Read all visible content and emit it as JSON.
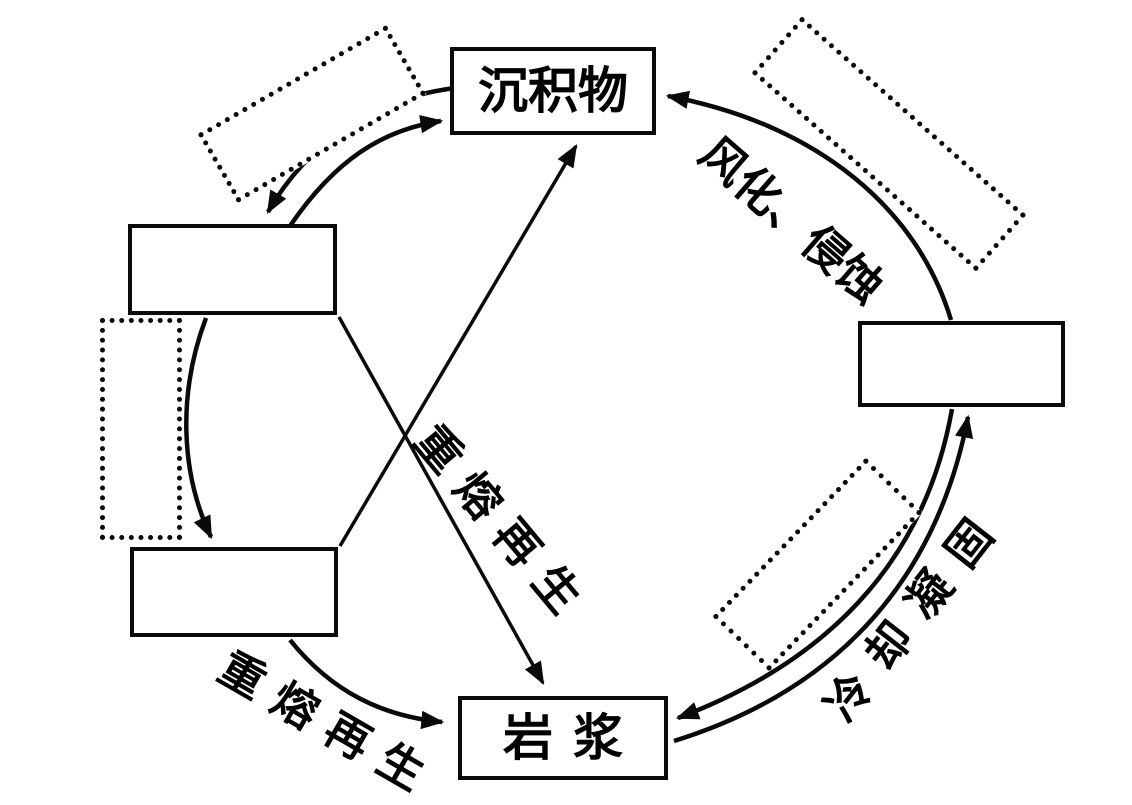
{
  "colors": {
    "ink": "#0a0a0a",
    "background": "#ffffff"
  },
  "nodes": {
    "sediment": "沉积物",
    "magma": "岩浆",
    "blank_upper_left": "",
    "blank_lower_left": "",
    "blank_right": "",
    "blank_top_left_dotted": "",
    "blank_top_right_dotted": "",
    "blank_left_dotted": "",
    "blank_bottom_right_dotted": ""
  },
  "labels": {
    "weathering_erosion": "风化、侵蚀",
    "remelt_center": "重熔再生",
    "remelt_bottom_left": "重熔再生",
    "cooling_solidification": "冷却凝固"
  }
}
